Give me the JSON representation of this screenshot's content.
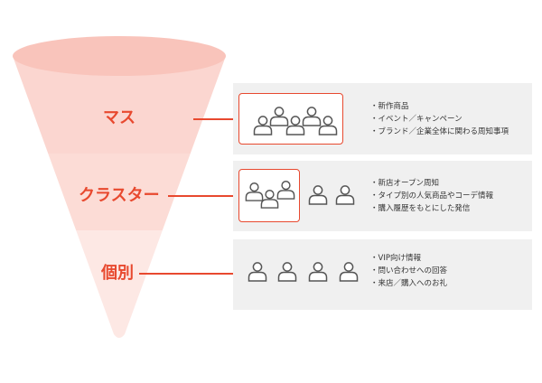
{
  "colors": {
    "accent": "#e8492f",
    "panel": "#f0f0f0",
    "funnel_top": "#fbd6d0",
    "funnel_mid": "#fcdcd6",
    "funnel_bottom": "#fde8e4",
    "funnel_rim": "#f9c4bb",
    "person_stroke": "#555555"
  },
  "tiers": [
    {
      "label": "マス",
      "bullets": [
        "新作商品",
        "イベント／キャンペーン",
        "ブランド／企業全体に関わる周知事項"
      ]
    },
    {
      "label": "クラスター",
      "bullets": [
        "新店オープン周知",
        "タイプ別の人気商品やコーデ情報",
        "購入履歴をもとにした発信"
      ]
    },
    {
      "label": "個別",
      "bullets": [
        "VIP向け情報",
        "問い合わせへの回答",
        "来店／購入へのお礼"
      ]
    }
  ]
}
